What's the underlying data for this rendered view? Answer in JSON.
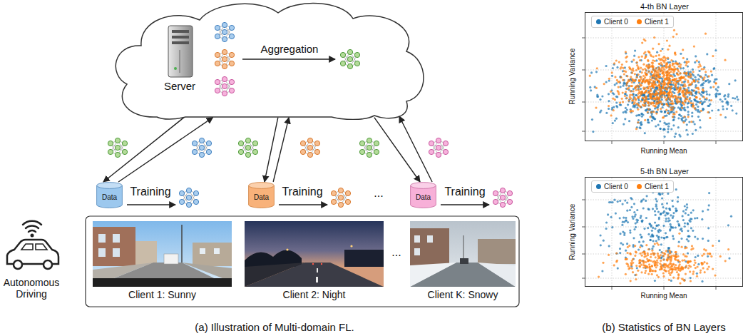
{
  "diagram": {
    "nodes": [
      {
        "text": [
          "Server"
        ]
      },
      {
        "text": [
          "Data"
        ]
      },
      {
        "text": [
          "Data"
        ]
      },
      {
        "text": [
          "Data"
        ]
      },
      {
        "text": [
          "Client 1: Sunny"
        ]
      },
      {
        "text": [
          "Client 2: Night"
        ]
      },
      {
        "text": [
          "Client K: Snowy"
        ]
      },
      {
        "text": [
          "4-th BN Layer"
        ]
      },
      {
        "text": [
          "5-th BN Layer"
        ]
      }
    ],
    "edges": [
      {
        "from": 0,
        "to": 1,
        "arrow": "to"
      },
      {
        "from": 1,
        "to": 0,
        "arrow": "to"
      },
      {
        "from": 0,
        "to": 2,
        "arrow": "to"
      },
      {
        "from": 2,
        "to": 0,
        "arrow": "to"
      },
      {
        "from": 0,
        "to": 3,
        "arrow": "to"
      },
      {
        "from": 3,
        "to": 0,
        "arrow": "to"
      }
    ],
    "labels": [
      "Aggregation",
      "Training",
      "Training",
      "...",
      "Training",
      "...",
      "Autonomous Driving",
      "Running Variance",
      "Running Mean",
      "Running Variance",
      "Running Mean",
      "(a) Illustration of Multi-domain FL.",
      "(b) Statistics of BN Layers"
    ],
    "legend": [
      {
        "text": "Client 0",
        "color": "#1f77b4"
      },
      {
        "text": "Client 1",
        "color": "#ff7f0e"
      },
      {
        "text": "Client 0",
        "color": "#1f77b4"
      },
      {
        "text": "Client 1",
        "color": "#ff7f0e"
      }
    ]
  }
}
